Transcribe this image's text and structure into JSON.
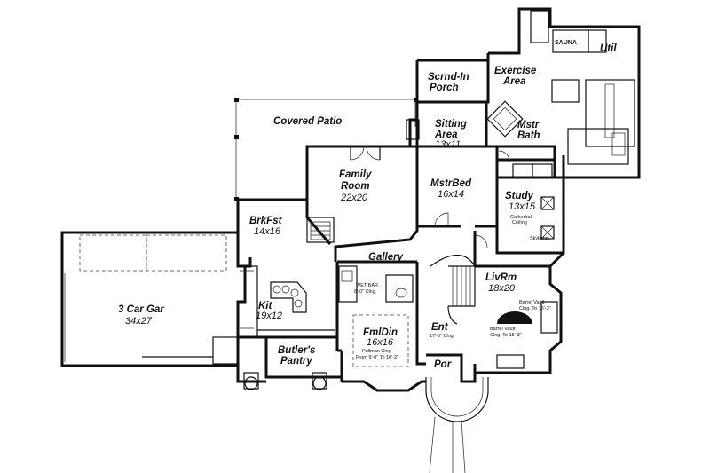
{
  "rooms": {
    "garage": {
      "name": "3 Car Gar",
      "dim": "34x27"
    },
    "covered_patio": {
      "name": "Covered Patio"
    },
    "family_room": {
      "name1": "Family",
      "name2": "Room",
      "dim": "22x20"
    },
    "breakfast": {
      "name": "BrkFst",
      "dim": "14x16"
    },
    "kitchen": {
      "name": "Kit",
      "dim": "19x12"
    },
    "butlers_pantry": {
      "name1": "Butler's",
      "name2": "Pantry"
    },
    "gallery": {
      "name": "Gallery"
    },
    "wet_bar": {
      "name": "WET BAR",
      "note": "8'-0\" Clng."
    },
    "formal_dining": {
      "name": "FmlDin",
      "dim": "16x16",
      "note1": "Pullman Clng",
      "note2": "From 9'-0\" To 10'-2\""
    },
    "entry": {
      "name": "Ent",
      "note": "17'-0\" Clng"
    },
    "portico": {
      "name": "Por"
    },
    "living_room": {
      "name": "LivRm",
      "dim": "18x20",
      "note1a": "Barrel Vault",
      "note1b": "Clng. To 13'-3\"",
      "note2a": "Barrel Vault",
      "note2b": "Clng. To 15'-3\""
    },
    "master_bed": {
      "name": "MstrBed",
      "dim": "16x14"
    },
    "sitting_area": {
      "name1": "Sitting",
      "name2": "Area",
      "dim": "13x11"
    },
    "screened_porch": {
      "name1": "Scrnd-In",
      "name2": "Porch"
    },
    "exercise_area": {
      "name1": "Exercise",
      "name2": "Area"
    },
    "master_bath": {
      "name1": "Mstr",
      "name2": "Bath"
    },
    "study": {
      "name": "Study",
      "dim": "13x15",
      "note1a": "Cathedral",
      "note1b": "Ceiling",
      "note2": "Skylights"
    },
    "sauna": {
      "name": "SAUNA"
    },
    "utility": {
      "name": "Util"
    }
  }
}
